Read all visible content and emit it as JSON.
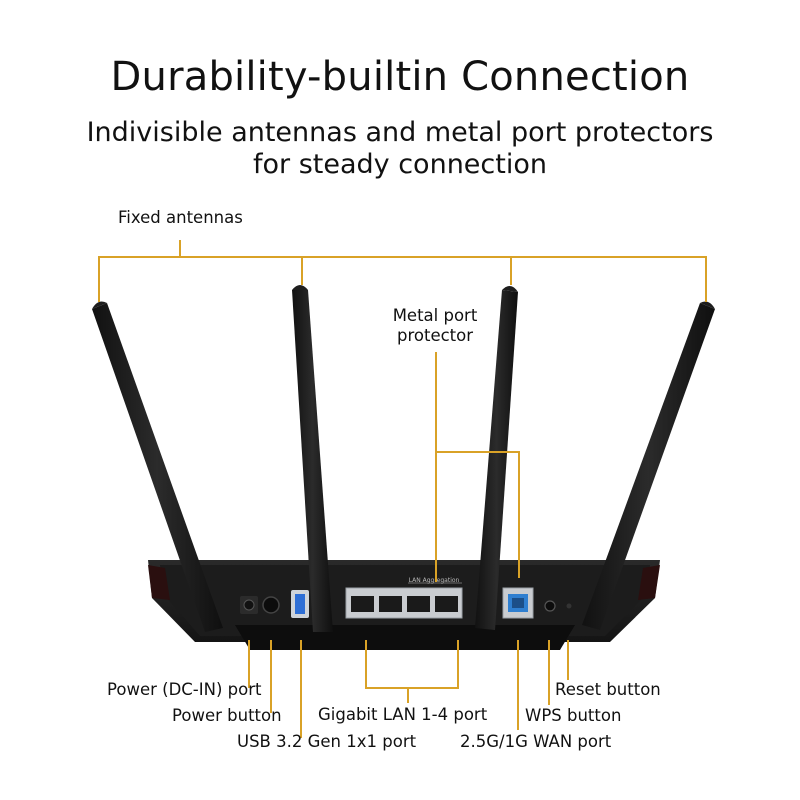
{
  "header": {
    "title": "Durability-builtin Connection",
    "subtitle_line1": "Indivisible antennas and metal port protectors",
    "subtitle_line2": "for steady connection"
  },
  "callouts": {
    "fixed_antennas": "Fixed antennas",
    "metal_port_protector_line1": "Metal port",
    "metal_port_protector_line2": "protector",
    "power_dc_in_port": "Power (DC-IN) port",
    "power_button": "Power button",
    "usb_port": "USB 3.2 Gen 1x1 port",
    "gigabit_lan": "Gigabit LAN 1-4 port",
    "wps_button": "WPS button",
    "reset_button": "Reset button",
    "wan_port": "2.5G/1G WAN port"
  },
  "device_labels": {
    "lan_aggregation": "LAN Aggregation"
  },
  "colors": {
    "leader_line": "#d9a227",
    "router_body": "#1b1b1b",
    "antenna": "#1e1e1e",
    "wan_port_accent": "#2f7fd0",
    "usb_port_accent": "#2e6fd6",
    "background": "#ffffff"
  }
}
